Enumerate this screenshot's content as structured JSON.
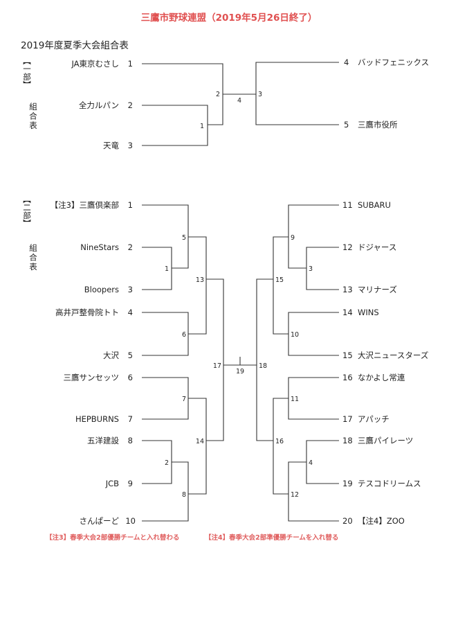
{
  "header": {
    "title": "三鷹市野球連盟（2019年5月26日終了）",
    "subtitle": "2019年度夏季大会組合表"
  },
  "div1": {
    "label_bracket": "【一部】",
    "label_text": "組合表",
    "teams": [
      {
        "num": "1",
        "name": "JA東京むさし"
      },
      {
        "num": "2",
        "name": "全力ルパン"
      },
      {
        "num": "3",
        "name": "天竜"
      },
      {
        "num": "4",
        "name": "バッドフェニックス"
      },
      {
        "num": "5",
        "name": "三鷹市役所"
      }
    ],
    "matches": [
      "1",
      "2",
      "3",
      "4"
    ]
  },
  "div2": {
    "label_bracket": "【二部】",
    "label_text": "組合表",
    "teams": [
      {
        "num": "1",
        "name": "【注3】三鷹倶楽部"
      },
      {
        "num": "2",
        "name": "NineStars"
      },
      {
        "num": "3",
        "name": "Bloopers"
      },
      {
        "num": "4",
        "name": "高井戸整骨院トト"
      },
      {
        "num": "5",
        "name": "大沢"
      },
      {
        "num": "6",
        "name": "三鷹サンセッツ"
      },
      {
        "num": "7",
        "name": "HEPBURNS"
      },
      {
        "num": "8",
        "name": "五洋建設"
      },
      {
        "num": "9",
        "name": "JCB"
      },
      {
        "num": "10",
        "name": "さんぱーど"
      },
      {
        "num": "11",
        "name": "SUBARU"
      },
      {
        "num": "12",
        "name": "ドジャース"
      },
      {
        "num": "13",
        "name": "マリナーズ"
      },
      {
        "num": "14",
        "name": "WINS"
      },
      {
        "num": "15",
        "name": "大沢ニュースターズ"
      },
      {
        "num": "16",
        "name": "なかよし常連"
      },
      {
        "num": "17",
        "name": "アパッチ"
      },
      {
        "num": "18",
        "name": "三鷹パイレーツ"
      },
      {
        "num": "19",
        "name": "テスコドリームス"
      },
      {
        "num": "20",
        "name": "【注4】ZOO"
      }
    ],
    "matches": [
      "1",
      "2",
      "3",
      "4",
      "5",
      "6",
      "7",
      "8",
      "9",
      "10",
      "11",
      "12",
      "13",
      "14",
      "15",
      "16",
      "17",
      "18",
      "19"
    ]
  },
  "notes": {
    "note3": "【注3】春季大会2部優勝チームと入れ替わる",
    "note4": "【注4】春季大会2部準優勝チームを入れ替る"
  }
}
